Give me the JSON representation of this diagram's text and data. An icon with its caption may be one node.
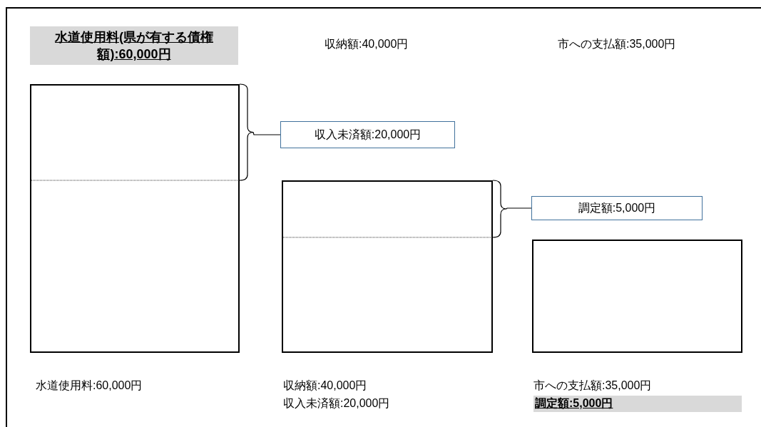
{
  "diagram": {
    "nodes": [
      {
        "text": [],
        "shape": "box"
      },
      {
        "text": [],
        "shape": "box"
      },
      {
        "text": [],
        "shape": "box"
      },
      {
        "text": [
          "収入未済額:20,000円"
        ]
      },
      {
        "text": [
          "調定額:5,000円"
        ]
      }
    ],
    "edges": [
      {
        "from": 3,
        "to": 0,
        "arrow": "none"
      },
      {
        "from": 4,
        "to": 1,
        "arrow": "none"
      }
    ],
    "labels": [
      "水道使用料(県が有する債権額):60,000円",
      "収納額:40,000円",
      "市への支払額:35,000円",
      "水道使用料:60,000円",
      "収納額:40,000円",
      "市への支払額:35,000円",
      "収入未済額:20,000円",
      "調定額:5,000円"
    ]
  }
}
